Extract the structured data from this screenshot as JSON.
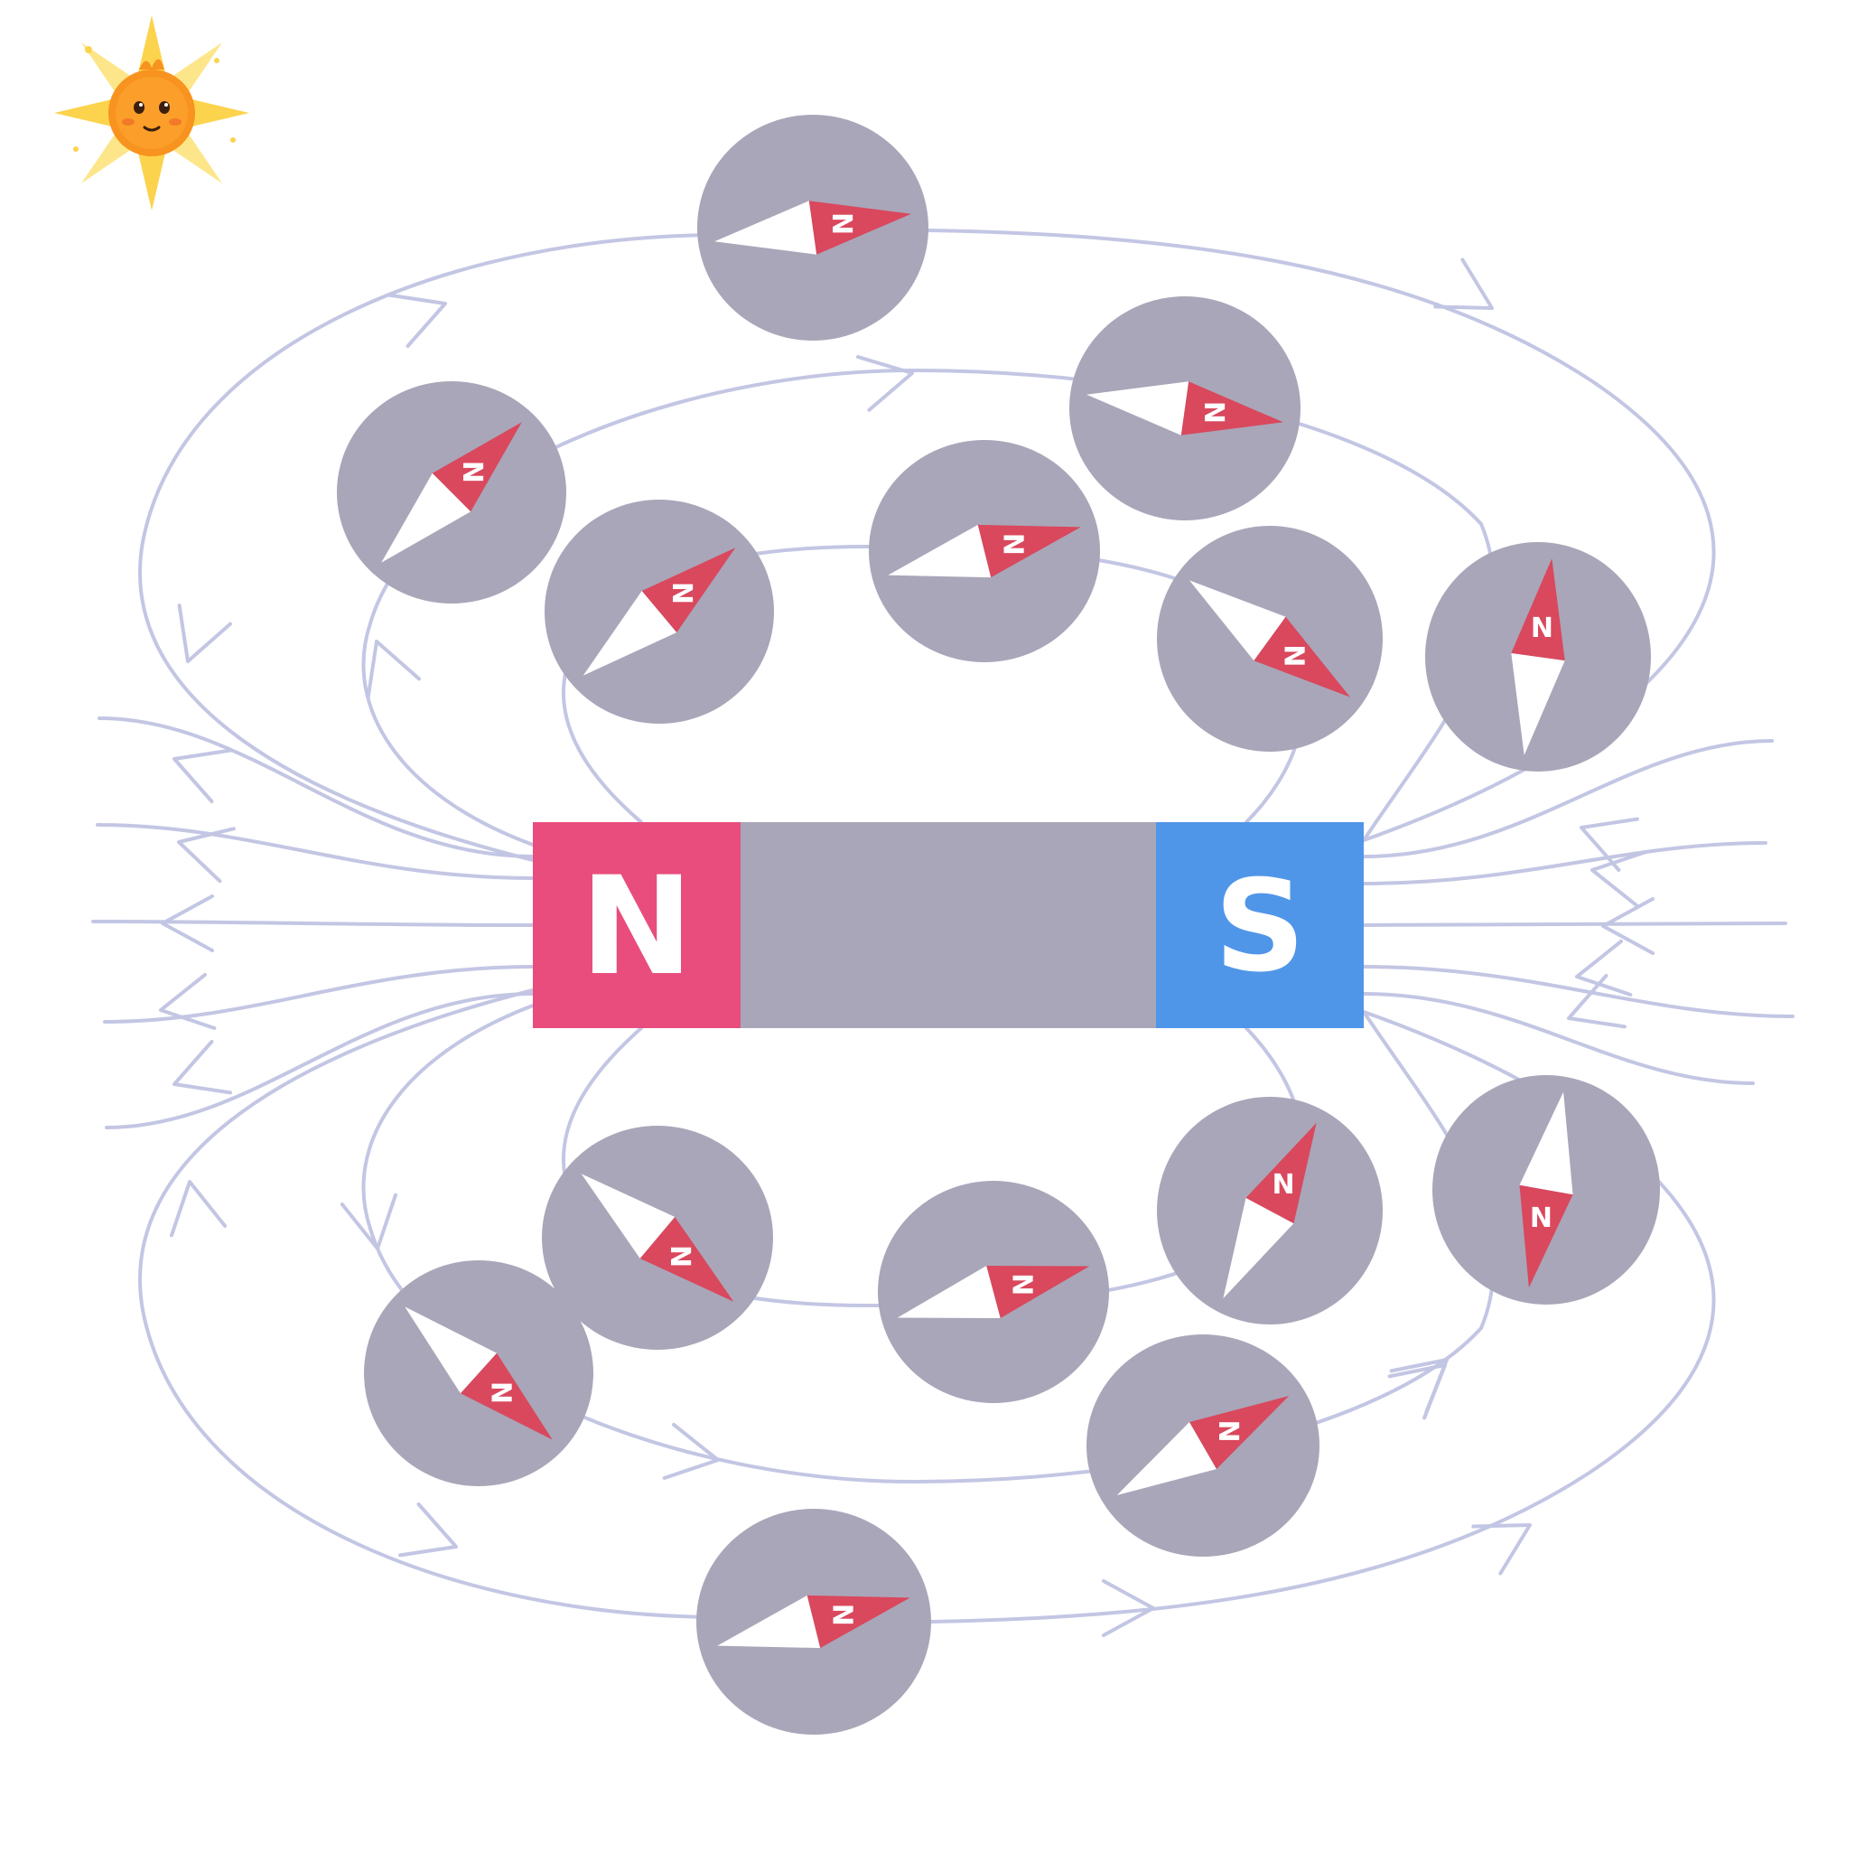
{
  "colors": {
    "field_line": "#c3c6e3",
    "compass_body": "#a9a6b9",
    "needle_north": "#d9485d",
    "needle_south": "#ffffff",
    "magnet_north": "#e84d7d",
    "magnet_middle": "#a9a6b9",
    "magnet_south": "#5096e8",
    "sun_core": "#f7931e",
    "sun_rays": "#fcd34d"
  },
  "magnet": {
    "north_label": "N",
    "south_label": "S"
  },
  "compass_needle_label": "N",
  "icons": [
    "sun-mascot-icon"
  ]
}
